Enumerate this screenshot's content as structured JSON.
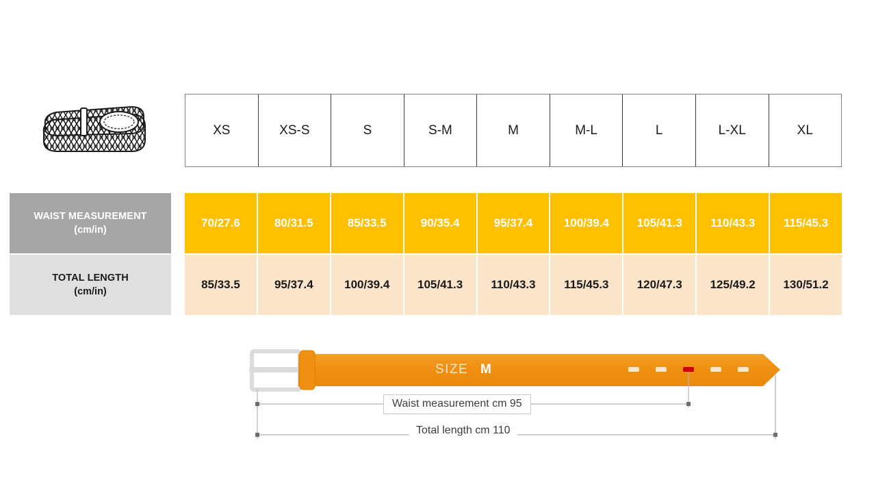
{
  "product": {
    "icon_name": "braided-belt-illustration"
  },
  "table": {
    "size_headers": [
      "XS",
      "XS-S",
      "S",
      "S-M",
      "M",
      "M-L",
      "L",
      "L-XL",
      "XL"
    ],
    "rows": [
      {
        "label_line1": "WAIST MEASUREMENT",
        "label_line2": "(cm/in)",
        "label_bg": "#a6a6a6",
        "label_color": "#ffffff",
        "cell_bg": "#ffc000",
        "cell_color": "#ffffff",
        "values": [
          "70/27.6",
          "80/31.5",
          "85/33.5",
          "90/35.4",
          "95/37.4",
          "100/39.4",
          "105/41.3",
          "110/43.3",
          "115/45.3"
        ]
      },
      {
        "label_line1": "TOTAL LENGTH",
        "label_line2": "(cm/in)",
        "label_bg": "#e0e0e0",
        "label_color": "#1a1a1a",
        "cell_bg": "#fce4ca",
        "cell_color": "#1a1a1a",
        "values": [
          "85/33.5",
          "95/37.4",
          "100/39.4",
          "105/41.3",
          "110/43.3",
          "115/45.3",
          "120/47.3",
          "125/49.2",
          "130/51.2"
        ]
      }
    ]
  },
  "diagram": {
    "size_caption_label": "SIZE",
    "size_caption_value": "M",
    "waist_dimension_label": "Waist measurement cm 95",
    "total_dimension_label": "Total length cm 110",
    "belt_color": "#ef9012",
    "buckle_color": "#dcdcdc",
    "active_hole_color": "#cc0000",
    "hole_color": "#fbe6c8",
    "hole_count": 5,
    "active_hole_index": 3
  }
}
